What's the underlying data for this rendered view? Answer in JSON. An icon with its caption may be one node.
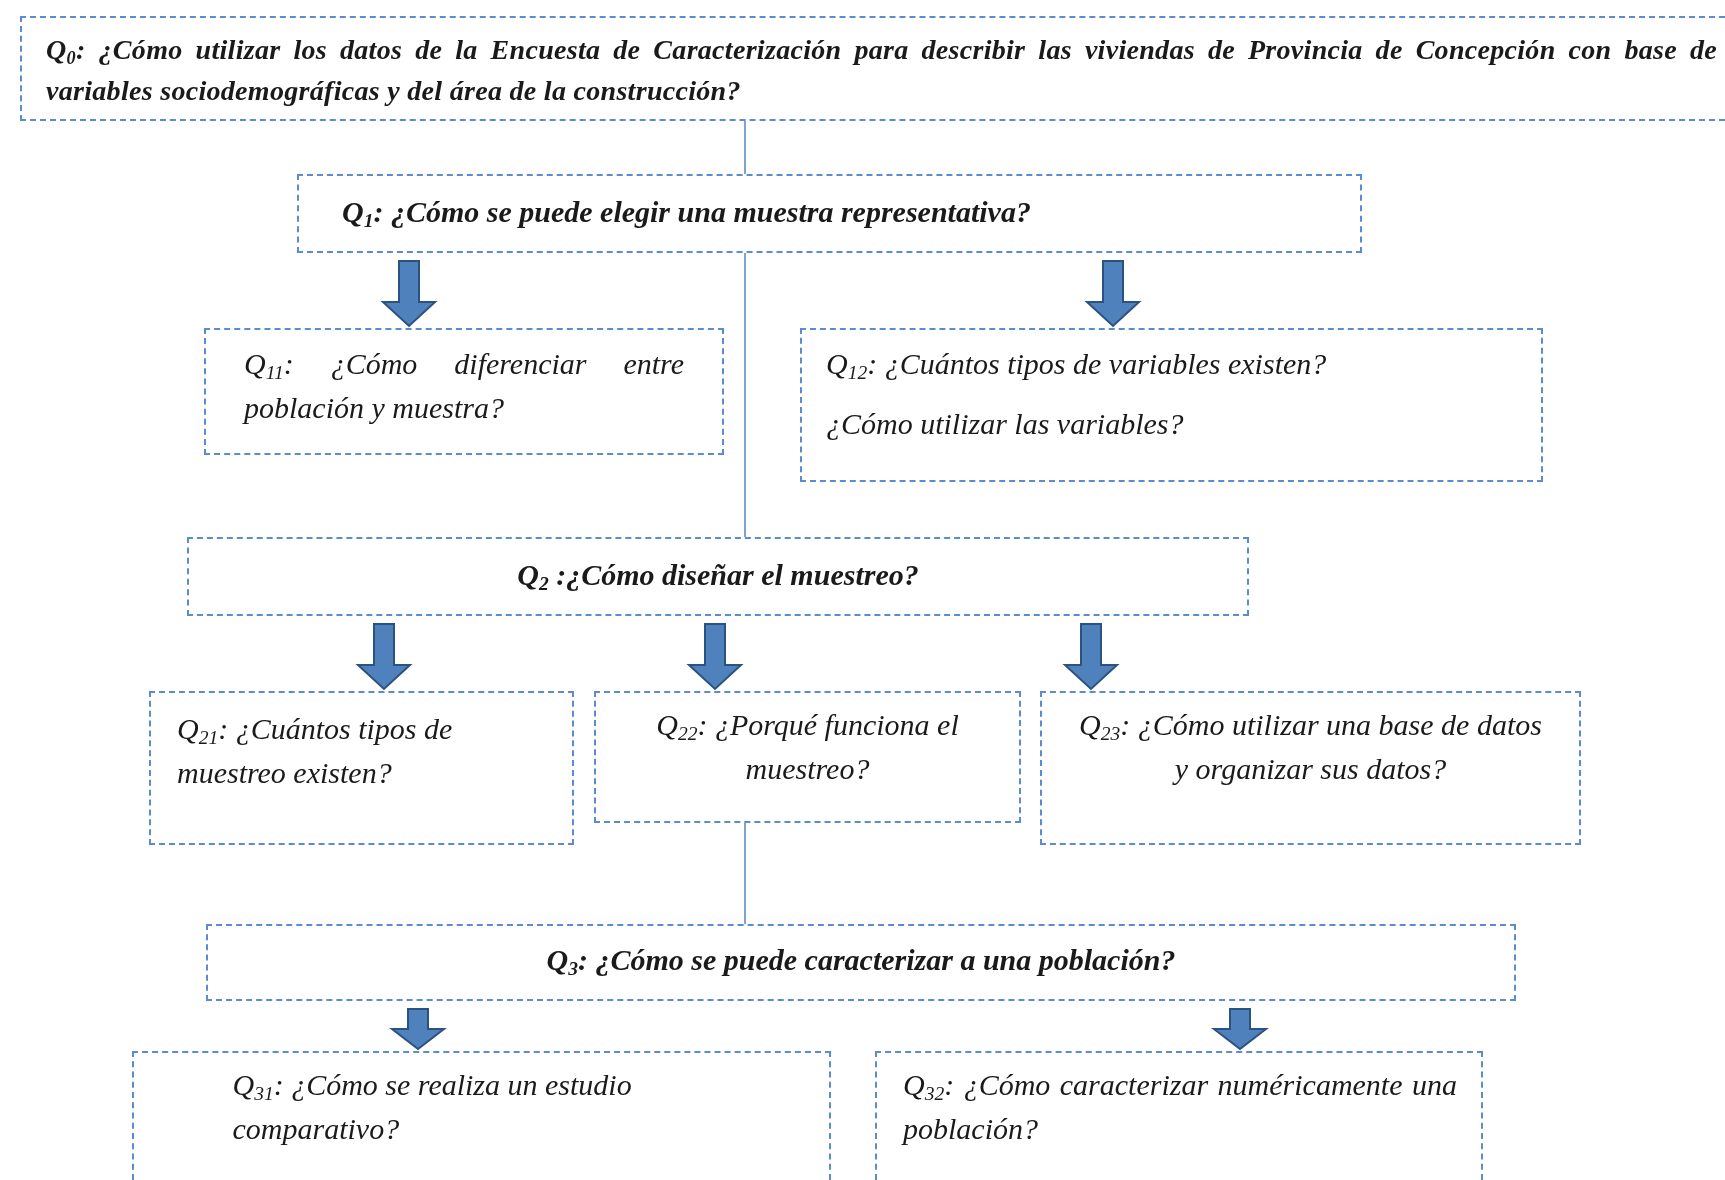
{
  "diagram": {
    "nodes": [
      {
        "text": [
          "Q$_{0}$: ¿Cómo utilizar los datos de la Encuesta de Caracterización para describir las viviendas de Provincia de Concepción con base de variables sociodemográficas y del área de la construcción?"
        ]
      },
      {
        "text": [
          "Q$_{1}$: ¿Cómo se puede elegir una muestra representativa?"
        ]
      },
      {
        "text": [
          "Q$_{11}$: ¿Cómo diferenciar entre población y muestra?"
        ]
      },
      {
        "text": [
          "Q$_{12}$: ¿Cuántos tipos de variables existen?",
          "¿Cómo utilizar las variables?"
        ]
      },
      {
        "text": [
          "Q$_{2}$ :¿Cómo diseñar el muestreo?"
        ]
      },
      {
        "text": [
          "Q$_{21}$: ¿Cuántos tipos de muestreo existen?"
        ]
      },
      {
        "text": [
          "Q$_{22}$: ¿Porqué funciona el muestreo?"
        ]
      },
      {
        "text": [
          "Q$_{23}$: ¿Cómo utilizar una base de datos y organizar sus datos?"
        ]
      },
      {
        "text": [
          "Q$_{3}$: ¿Cómo se puede caracterizar a una población?"
        ]
      },
      {
        "text": [
          "Q$_{31}$: ¿Cómo se realiza un estudio comparativo?"
        ]
      },
      {
        "text": [
          "Q$_{32}$: ¿Cómo caracterizar numéricamente una población?"
        ]
      }
    ],
    "edges": [
      {
        "from": 0,
        "to": 1,
        "arrow": "none"
      },
      {
        "from": 1,
        "to": 2,
        "arrow": "to",
        "style": "thick"
      },
      {
        "from": 1,
        "to": 3,
        "arrow": "to",
        "style": "thick"
      },
      {
        "from": 1,
        "to": 4,
        "arrow": "none"
      },
      {
        "from": 4,
        "to": 5,
        "arrow": "to",
        "style": "thick"
      },
      {
        "from": 4,
        "to": 6,
        "arrow": "to",
        "style": "thick"
      },
      {
        "from": 4,
        "to": 7,
        "arrow": "to",
        "style": "thick"
      },
      {
        "from": 6,
        "to": 8,
        "arrow": "none"
      },
      {
        "from": 8,
        "to": 9,
        "arrow": "to",
        "style": "thick"
      },
      {
        "from": 8,
        "to": 10,
        "arrow": "to",
        "style": "thick"
      }
    ]
  }
}
